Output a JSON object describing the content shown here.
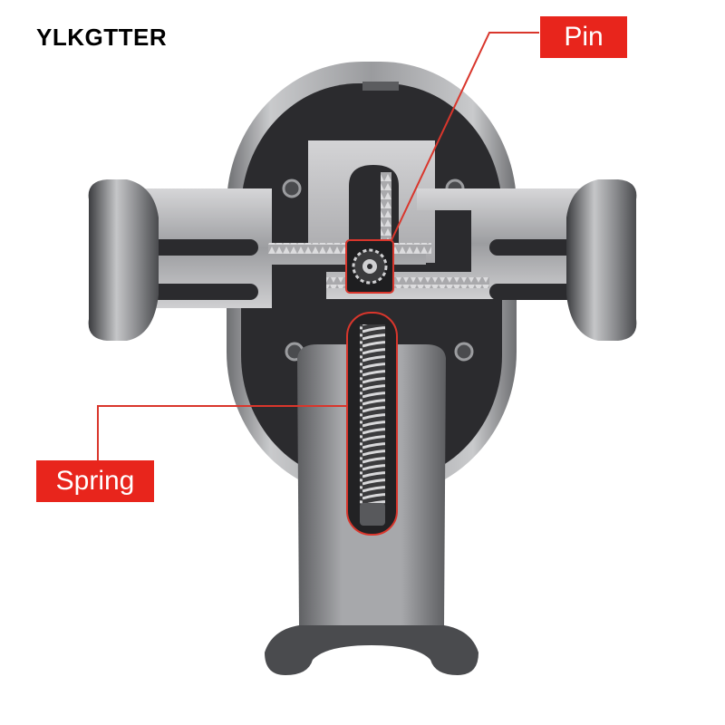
{
  "brand": {
    "text": "YLKGTTER"
  },
  "callouts": {
    "pin": {
      "label": "Pin"
    },
    "spring": {
      "label": "Spring"
    }
  },
  "colors": {
    "callout_red": "#e8251c",
    "leader_red": "#d9362c",
    "body_dark": "#2a2a2c",
    "metal": "#b9b9bb"
  }
}
